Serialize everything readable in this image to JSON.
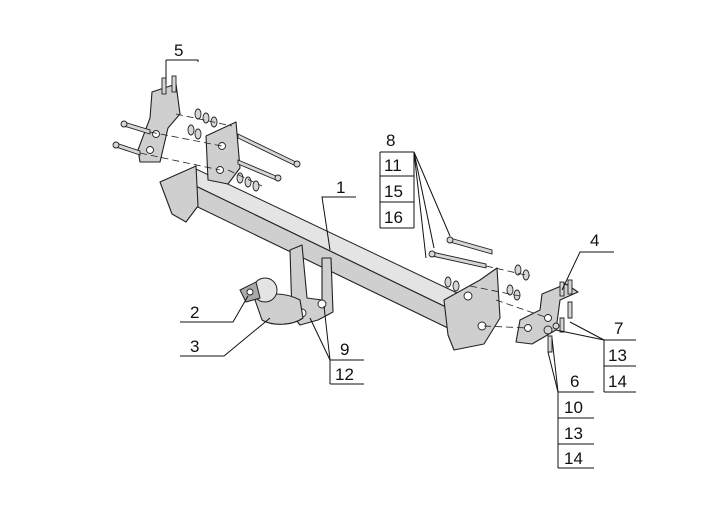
{
  "callouts": {
    "c1": "1",
    "c2": "2",
    "c3": "3",
    "c4": "4",
    "c5": "5",
    "group8": [
      "8",
      "11",
      "15",
      "16"
    ],
    "group7": [
      "7",
      "13",
      "14"
    ],
    "group9": [
      "9",
      "12"
    ],
    "group6": [
      "6",
      "10",
      "13",
      "14"
    ]
  },
  "colors": {
    "metal_fill": "#cfcfcf",
    "outline": "#222222",
    "background": "#ffffff"
  }
}
